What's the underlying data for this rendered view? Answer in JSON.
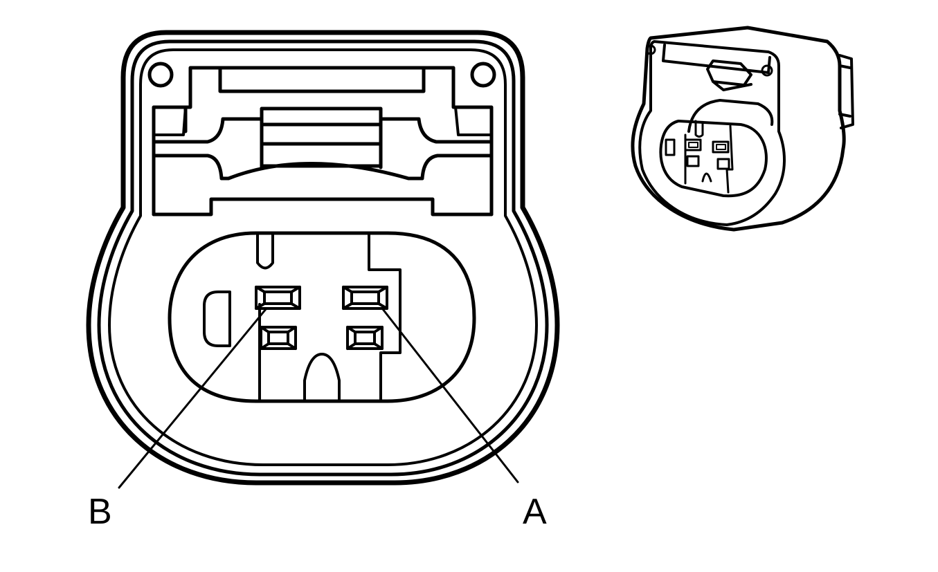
{
  "diagram": {
    "colors": {
      "stroke": "#000000",
      "background": "#ffffff"
    },
    "callouts": [
      {
        "id": "b",
        "label": "B",
        "terminal": "upper-left-terminal"
      },
      {
        "id": "a",
        "label": "A",
        "terminal": "upper-right-terminal"
      }
    ]
  }
}
